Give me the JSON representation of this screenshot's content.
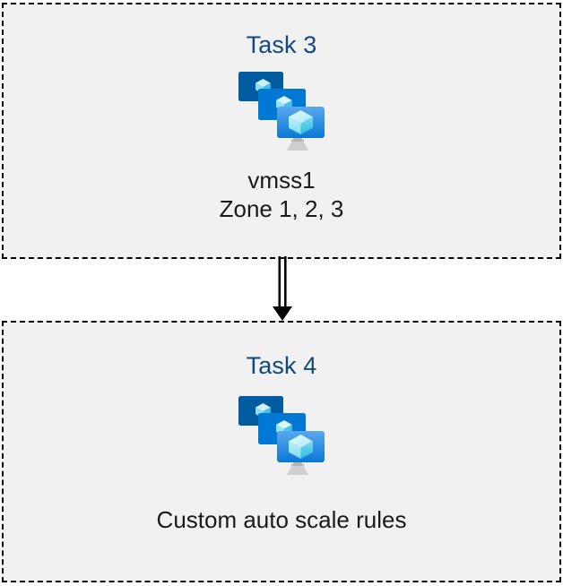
{
  "diagram": {
    "background_color": "#ffffff",
    "box_fill_color": "#f1f1f1",
    "box_border_color": "#000000",
    "title_color": "#10497e",
    "caption_color": "#1a1a1a",
    "connector": {
      "style": "double-line-arrow",
      "direction": "down",
      "color": "#000000",
      "from": "Task 3",
      "to": "Task 4"
    },
    "boxes": [
      {
        "id": "task3",
        "title": "Task 3",
        "icon": "azure-vm-scale-set-icon",
        "captions": [
          "vmss1",
          "Zone 1, 2, 3"
        ]
      },
      {
        "id": "task4",
        "title": "Task 4",
        "icon": "azure-vm-scale-set-icon",
        "captions": [
          "Custom auto scale rules"
        ]
      }
    ]
  },
  "icon_palette": {
    "monitor_back": "#005ba1",
    "monitor_middle": "#0078d4",
    "monitor_front_top": "#56a4ee",
    "monitor_front_bottom": "#0a78d4",
    "cube_light": "#d6f4fb",
    "cube_mid": "#86e0f5",
    "cube_dark": "#32c1e8",
    "stand": "#b3b3b3"
  }
}
